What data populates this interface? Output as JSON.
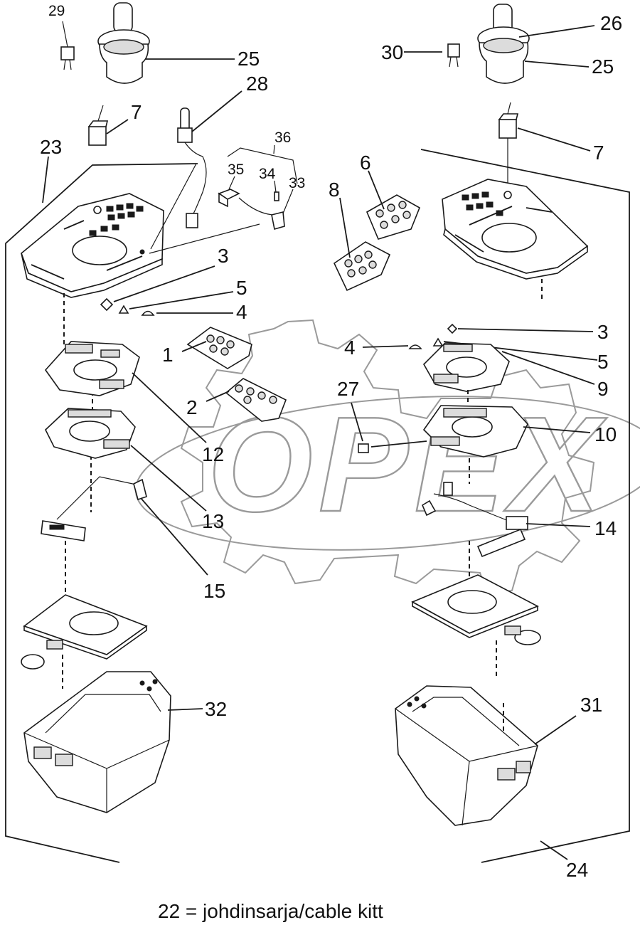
{
  "caption": "22 = johdinsarja/cable kitt",
  "watermark": "OPEX",
  "callouts": {
    "c29": "29",
    "c25a": "25",
    "c28": "28",
    "c7a": "7",
    "c23": "23",
    "c36": "36",
    "c35": "35",
    "c34": "34",
    "c33": "33",
    "c3a": "3",
    "c5a": "5",
    "c4a": "4",
    "c8": "8",
    "c6": "6",
    "c1": "1",
    "c2": "2",
    "c12": "12",
    "c13": "13",
    "c15": "15",
    "c27": "27",
    "c30": "30",
    "c26": "26",
    "c25b": "25",
    "c7b": "7",
    "c3b": "3",
    "c4b": "4",
    "c5b": "5",
    "c9": "9",
    "c10": "10",
    "c14": "14",
    "c32": "32",
    "c31": "31",
    "c24": "24"
  }
}
